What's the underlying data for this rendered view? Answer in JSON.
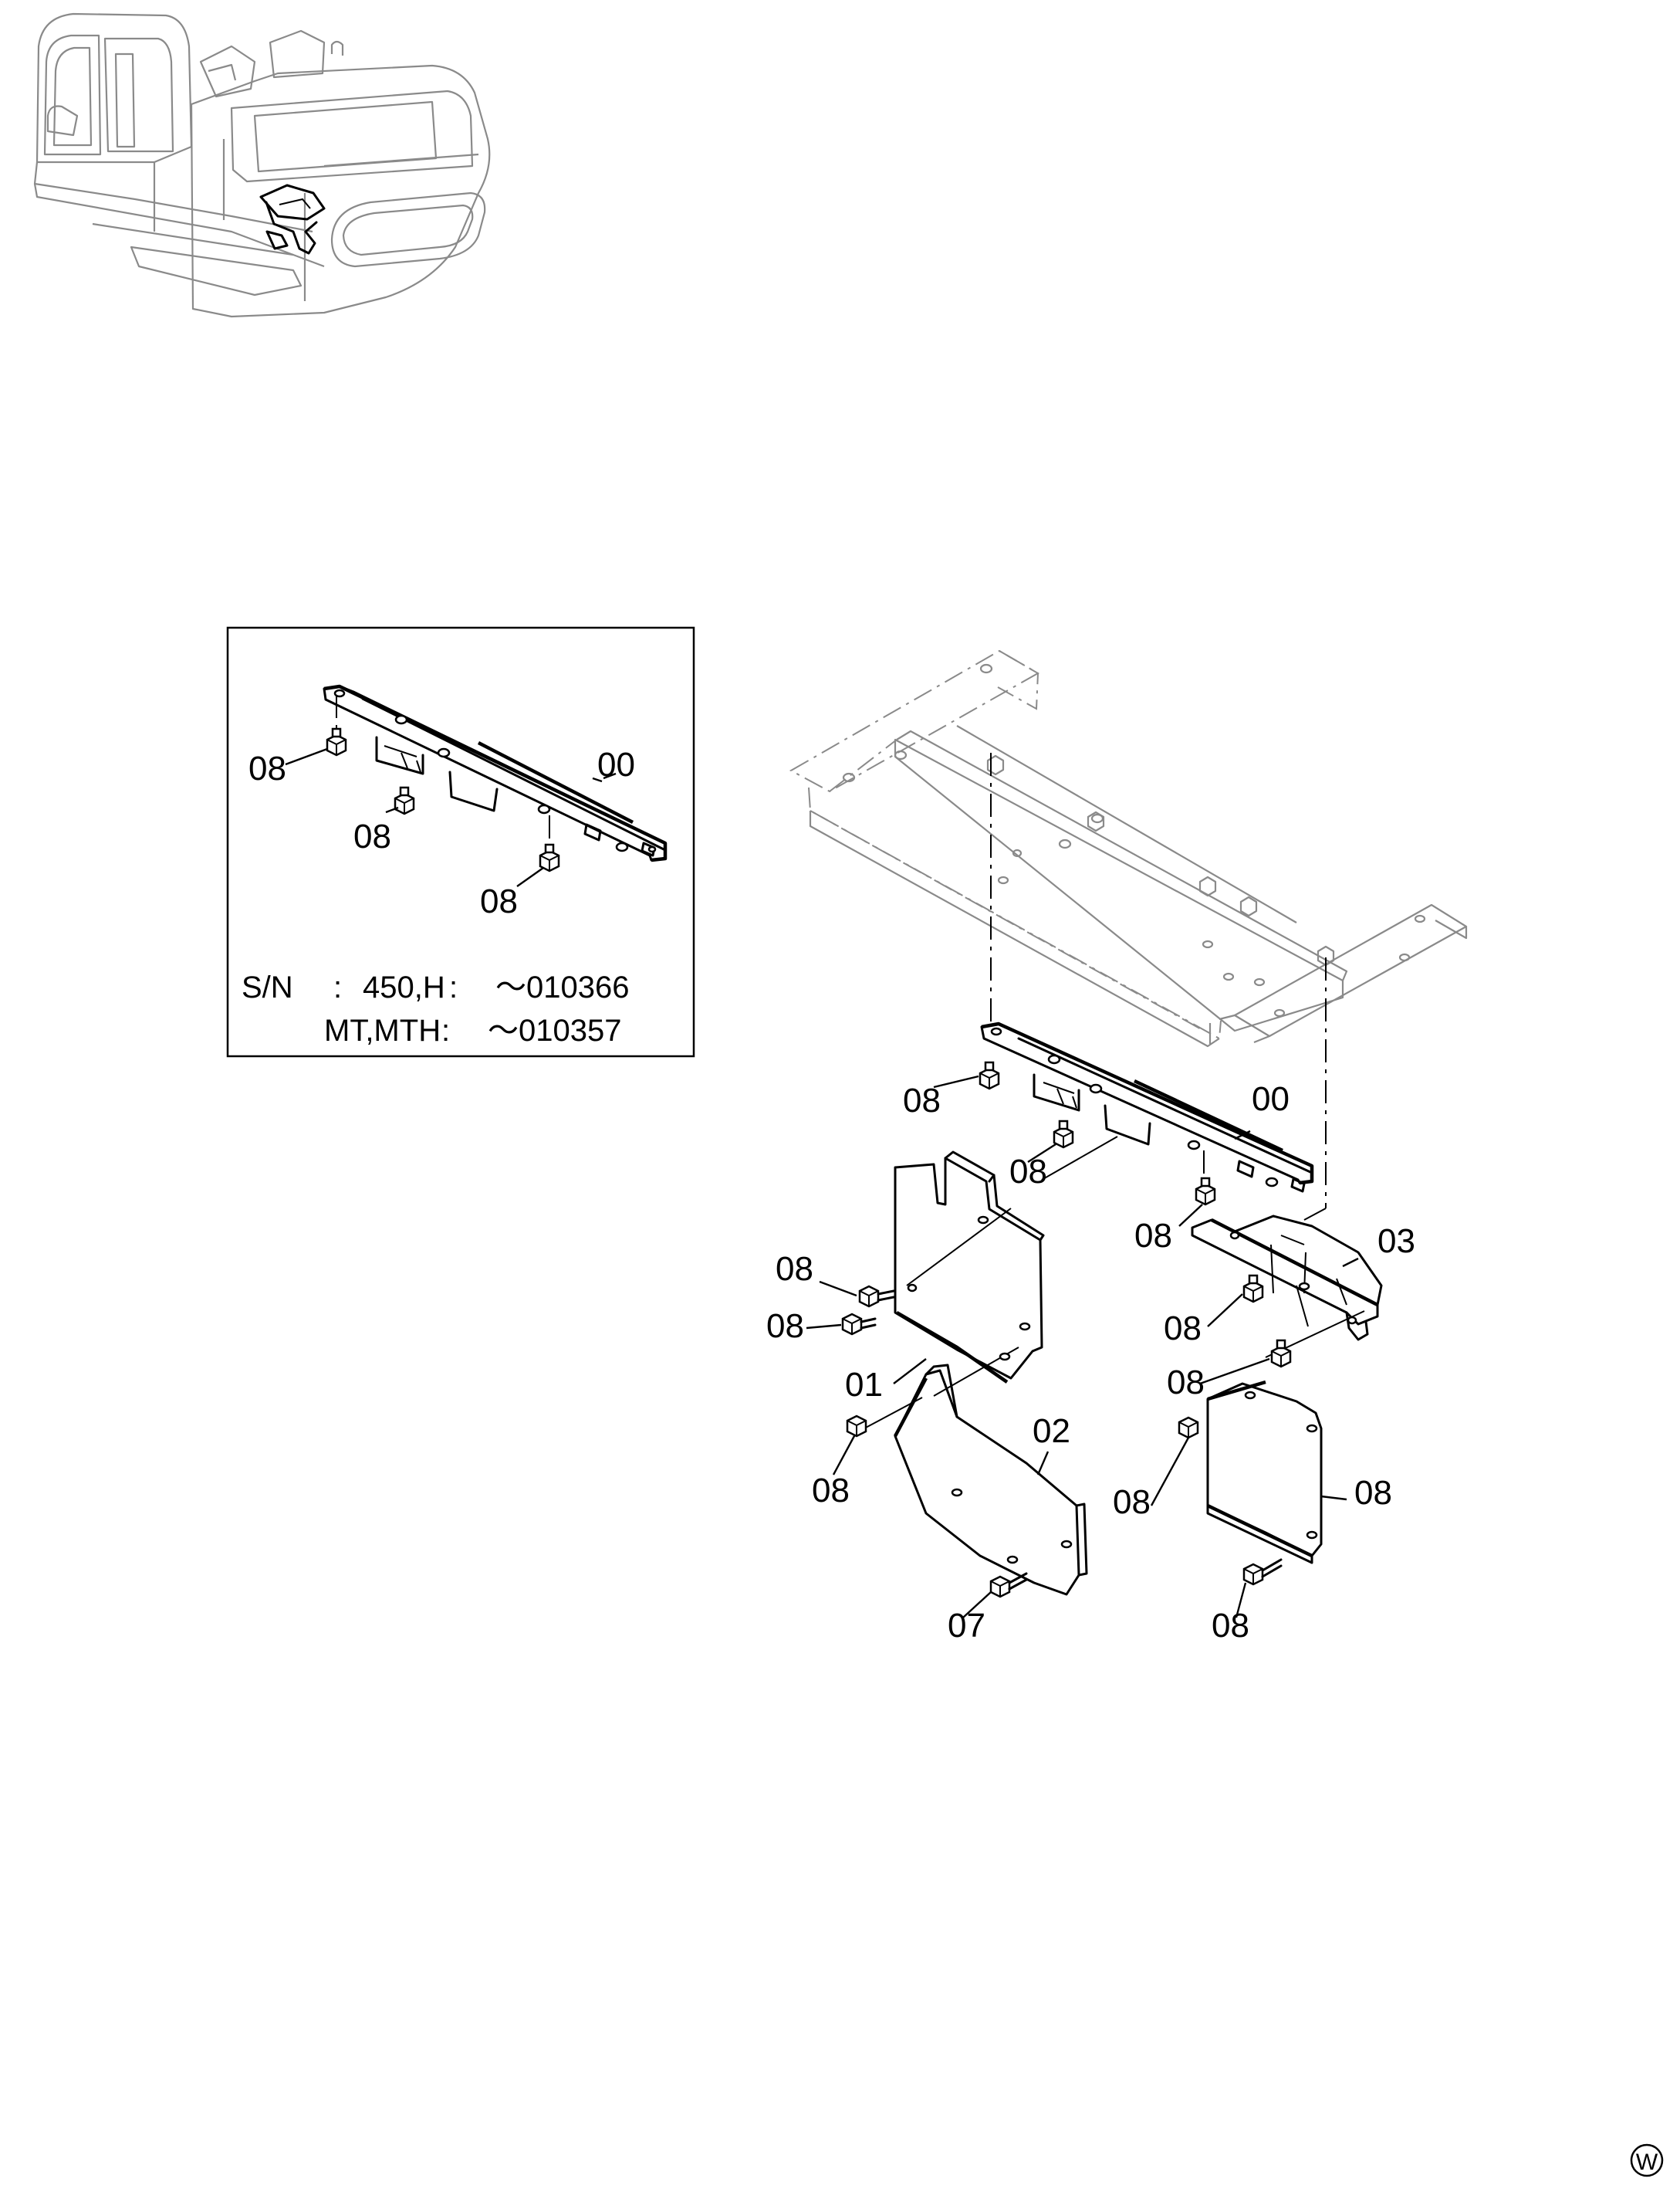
{
  "inset": {
    "labels": [
      {
        "id": "inset-08-a",
        "text": "08"
      },
      {
        "id": "inset-00",
        "text": "00"
      },
      {
        "id": "inset-08-b",
        "text": "08"
      },
      {
        "id": "inset-08-c",
        "text": "08"
      }
    ],
    "serial_line1": {
      "prefix": "S/N",
      "colon1": ":",
      "model": "450,H",
      "colon2": ":",
      "range": "～010366"
    },
    "serial_line2": {
      "model": "MT,MTH",
      "colon": ":",
      "range": "～010357"
    }
  },
  "main_labels": [
    {
      "id": "main-00",
      "text": "00"
    },
    {
      "id": "main-08-1",
      "text": "08"
    },
    {
      "id": "main-08-2",
      "text": "08"
    },
    {
      "id": "main-08-3",
      "text": "08"
    },
    {
      "id": "main-03",
      "text": "03"
    },
    {
      "id": "main-08-4",
      "text": "08"
    },
    {
      "id": "main-08-5",
      "text": "08"
    },
    {
      "id": "main-08-6",
      "text": "08"
    },
    {
      "id": "main-01",
      "text": "01"
    },
    {
      "id": "main-08-7",
      "text": "08"
    },
    {
      "id": "main-08-8",
      "text": "08"
    },
    {
      "id": "main-02",
      "text": "02"
    },
    {
      "id": "main-08-9",
      "text": "08"
    },
    {
      "id": "main-08-10",
      "text": "08"
    },
    {
      "id": "main-07",
      "text": "07"
    },
    {
      "id": "main-08-11",
      "text": "08"
    }
  ],
  "corner_mark": "W"
}
